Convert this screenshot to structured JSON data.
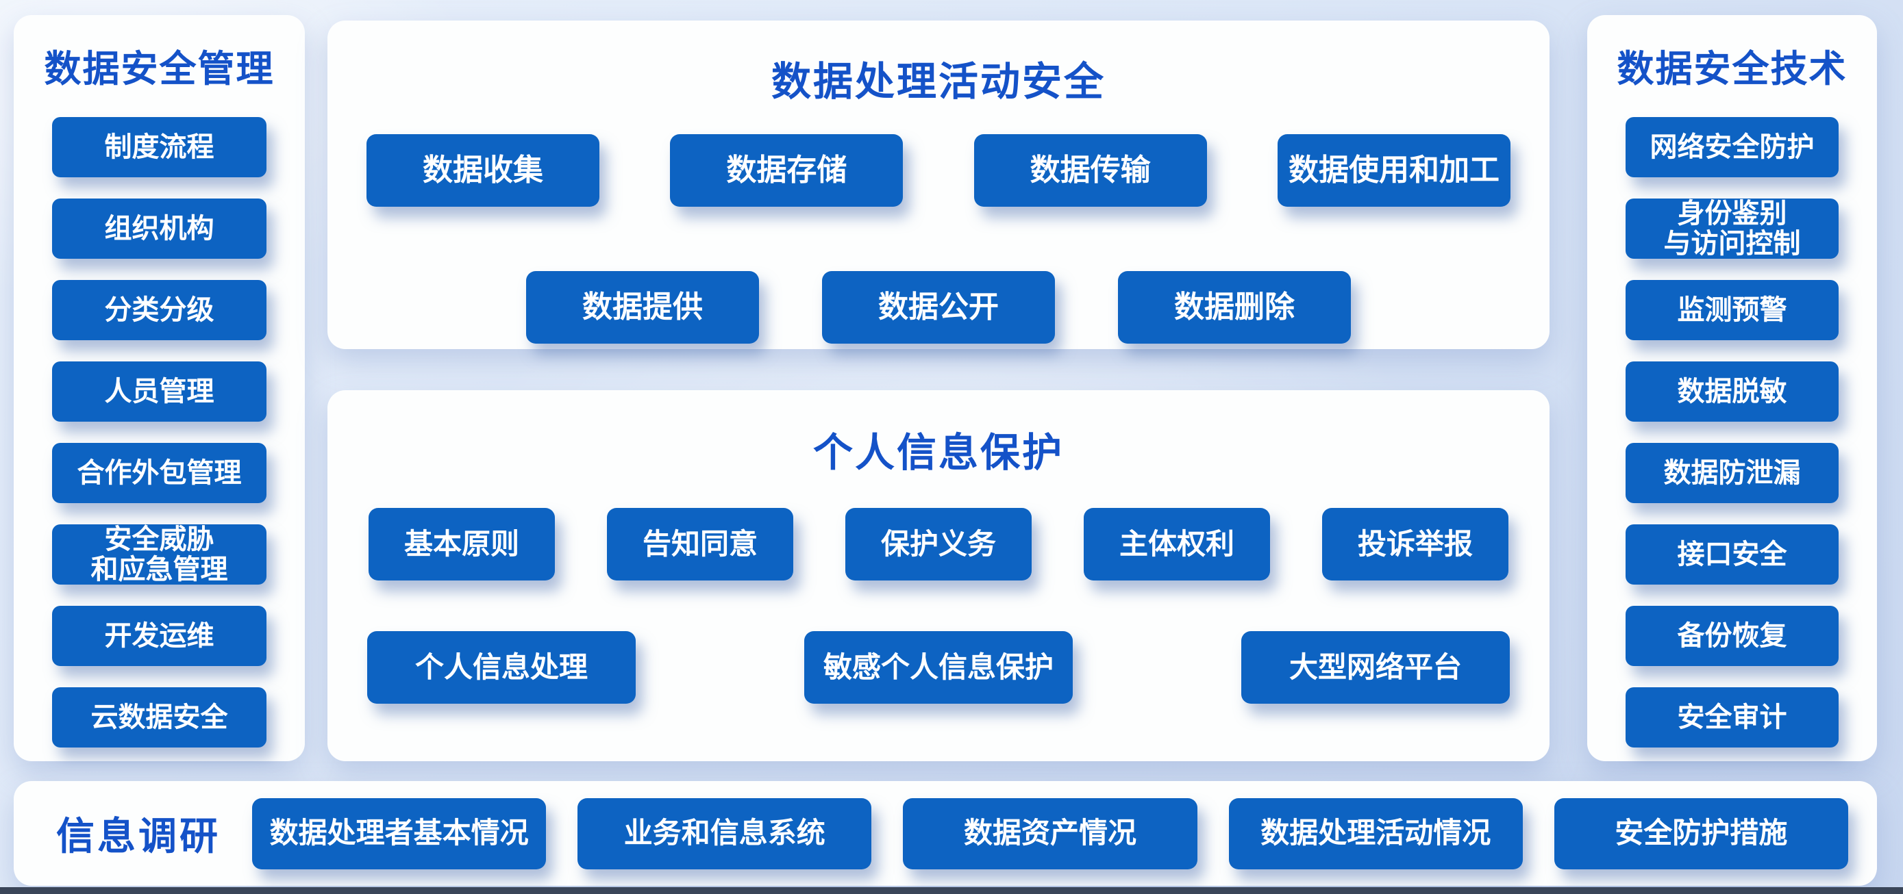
{
  "colors": {
    "button_blue": "#0d63c2",
    "title_blue": "#1452c8",
    "panel_white": "#fdfefe",
    "background_light": "#dce7f7",
    "background_deep": "#c8d7f0",
    "footer_strip": "#3a4558",
    "button_text": "#ffffff"
  },
  "left_panel": {
    "title": "数据安全管理",
    "items": [
      "制度流程",
      "组织机构",
      "分类分级",
      "人员管理",
      "合作外包管理",
      "安全威胁\n和应急管理",
      "开发运维",
      "云数据安全"
    ]
  },
  "top_panel": {
    "title": "数据处理活动安全",
    "row1": [
      "数据收集",
      "数据存储",
      "数据传输",
      "数据使用和加工"
    ],
    "row2": [
      "数据提供",
      "数据公开",
      "数据删除"
    ]
  },
  "personal_panel": {
    "title": "个人信息保护",
    "row1": [
      "基本原则",
      "告知同意",
      "保护义务",
      "主体权利",
      "投诉举报"
    ],
    "row2": [
      "个人信息处理",
      "敏感个人信息保护",
      "大型网络平台"
    ]
  },
  "right_panel": {
    "title": "数据安全技术",
    "items": [
      "网络安全防护",
      "身份鉴别\n与访问控制",
      "监测预警",
      "数据脱敏",
      "数据防泄漏",
      "接口安全",
      "备份恢复",
      "安全审计"
    ]
  },
  "survey_bar": {
    "label": "信息调研",
    "items": [
      "数据处理者基本情况",
      "业务和信息系统",
      "数据资产情况",
      "数据处理活动情况",
      "安全防护措施"
    ]
  }
}
